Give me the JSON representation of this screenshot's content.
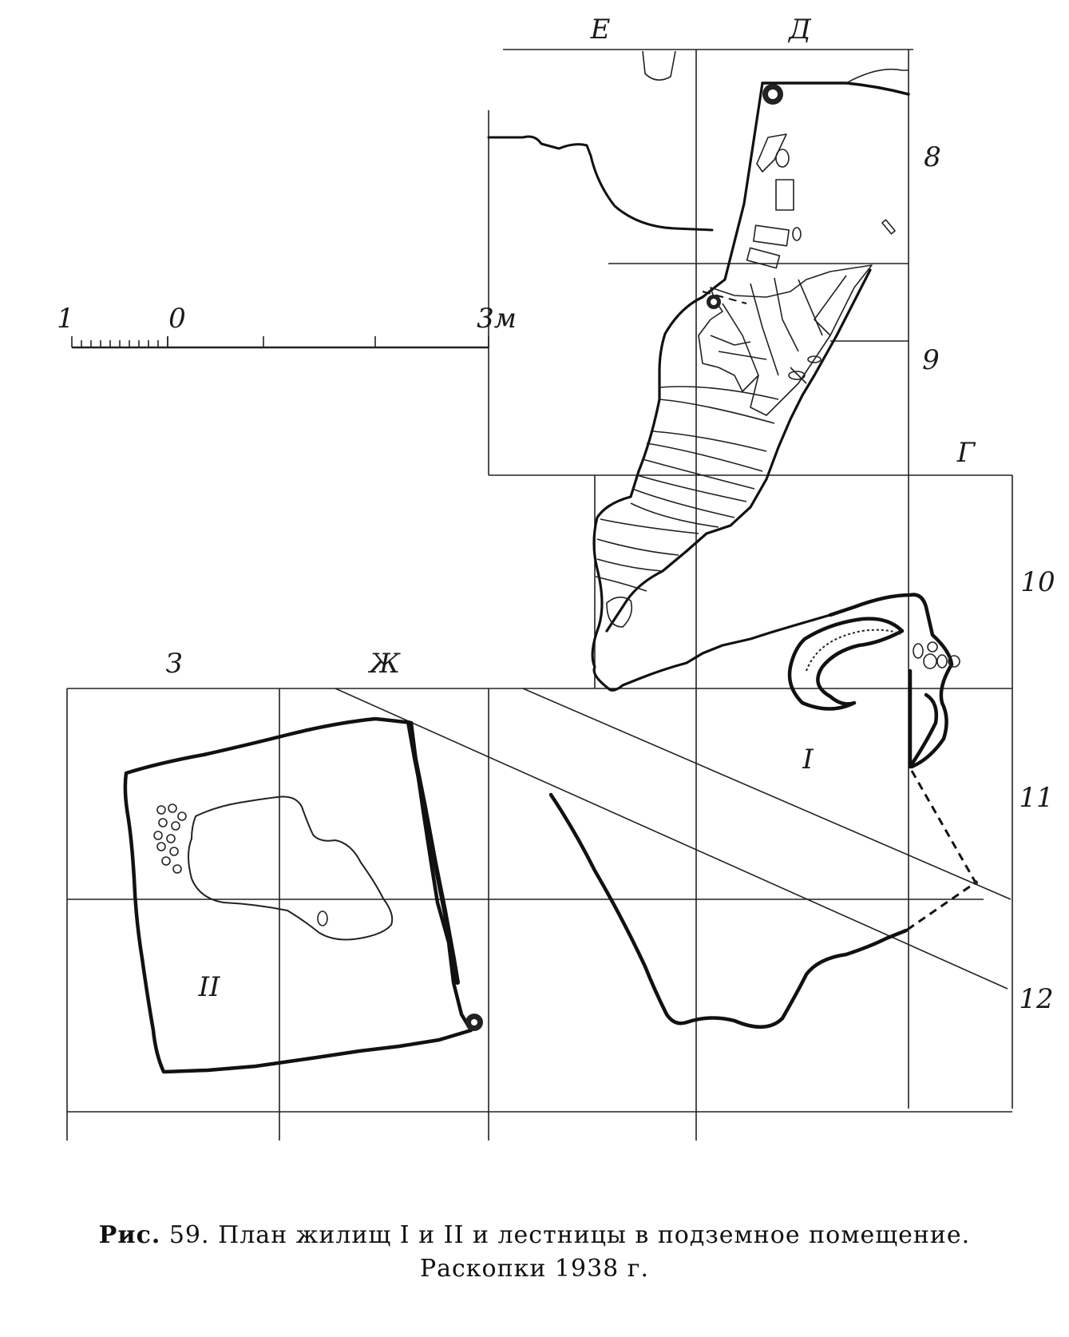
{
  "grid_labels": {
    "columns": [
      "Е",
      "Д",
      "Г",
      "З",
      "Ж"
    ],
    "rows": [
      "8",
      "9",
      "10",
      "11",
      "12"
    ]
  },
  "dwellings": [
    "I",
    "II"
  ],
  "scale": {
    "labels": [
      "1",
      "0",
      "3м"
    ]
  },
  "caption": {
    "prefix": "Рис.",
    "line1": "59. План жилищ I и II и лестницы в подземное помещение.",
    "line2": "Раскопки 1938 г."
  }
}
